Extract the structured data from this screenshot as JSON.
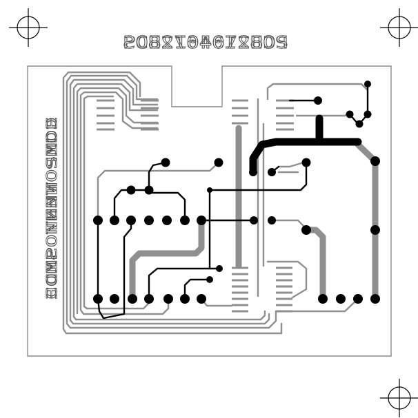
{
  "board": {
    "title": "PCB2104672BOS",
    "title_mirror": "PCB2104672BOS",
    "side_label": "COMPONENT SIDE",
    "side_label_mirror": "COMPONENT SIDE"
  },
  "colors": {
    "background": "#ffffff",
    "outline": "#8a8a8a",
    "bottom_copper": "#8f8f8f",
    "top_copper": "#000000",
    "registration_mark": "#000000"
  },
  "registration_marks": [
    "top-left",
    "top-right",
    "bottom-right"
  ]
}
